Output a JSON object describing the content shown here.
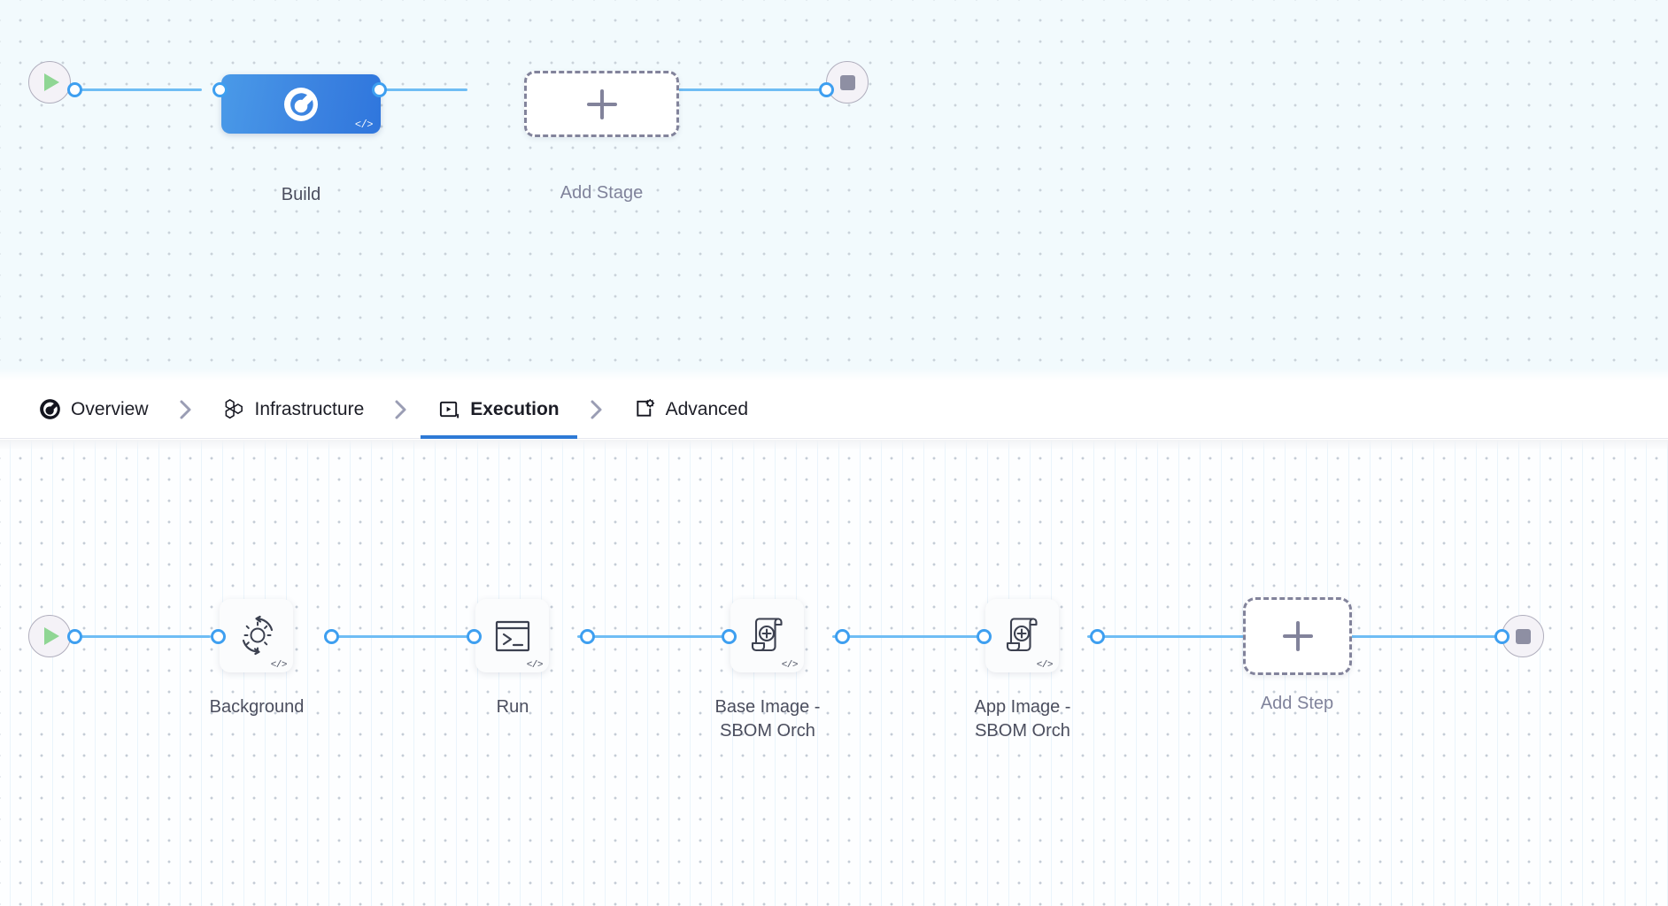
{
  "stages_canvas": {
    "start_node": {
      "name": "pipeline-start",
      "icon": "play-icon"
    },
    "end_node": {
      "name": "pipeline-end",
      "icon": "stop-icon"
    },
    "stages": [
      {
        "label": "Build",
        "icon": "harness-logo-icon",
        "badge": "</>",
        "selected": true
      }
    ],
    "add_stage": {
      "label": "Add Stage",
      "icon": "plus-icon"
    }
  },
  "tabs": {
    "items": [
      {
        "label": "Overview",
        "icon": "harness-logo-icon",
        "active": false
      },
      {
        "label": "Infrastructure",
        "icon": "hexagon-cluster-icon",
        "active": false
      },
      {
        "label": "Execution",
        "icon": "play-box-icon",
        "active": true
      },
      {
        "label": "Advanced",
        "icon": "gear-card-icon",
        "active": false
      }
    ],
    "separator_icon": "chevron-right-icon",
    "active_underline_color": "#2e7ad6"
  },
  "steps_canvas": {
    "start_node": {
      "name": "execution-start",
      "icon": "play-icon"
    },
    "end_node": {
      "name": "execution-end",
      "icon": "stop-icon"
    },
    "steps": [
      {
        "label": "Background",
        "icon": "gear-refresh-icon",
        "badge": "</>"
      },
      {
        "label": "Run",
        "icon": "terminal-icon",
        "badge": "</>"
      },
      {
        "label": "Base Image -\nSBOM Orch",
        "icon": "sbom-scroll-icon",
        "badge": "</>"
      },
      {
        "label": "App Image -\nSBOM Orch",
        "icon": "sbom-scroll-icon",
        "badge": "</>"
      }
    ],
    "add_step": {
      "label": "Add Step",
      "icon": "plus-icon"
    }
  },
  "colors": {
    "connector_line": "#6fbdf4",
    "connector_dot_ring": "#3e9ff0",
    "stage_gradient_from": "#4a9ae8",
    "stage_gradient_to": "#2f76dd",
    "play_green": "#8fd694",
    "stop_gray": "#8e8fa3",
    "label_text": "#4b4e5e",
    "muted_text": "#80839b",
    "stages_canvas_bg": "#f2fafd",
    "steps_canvas_bg": "#fdfeff"
  }
}
